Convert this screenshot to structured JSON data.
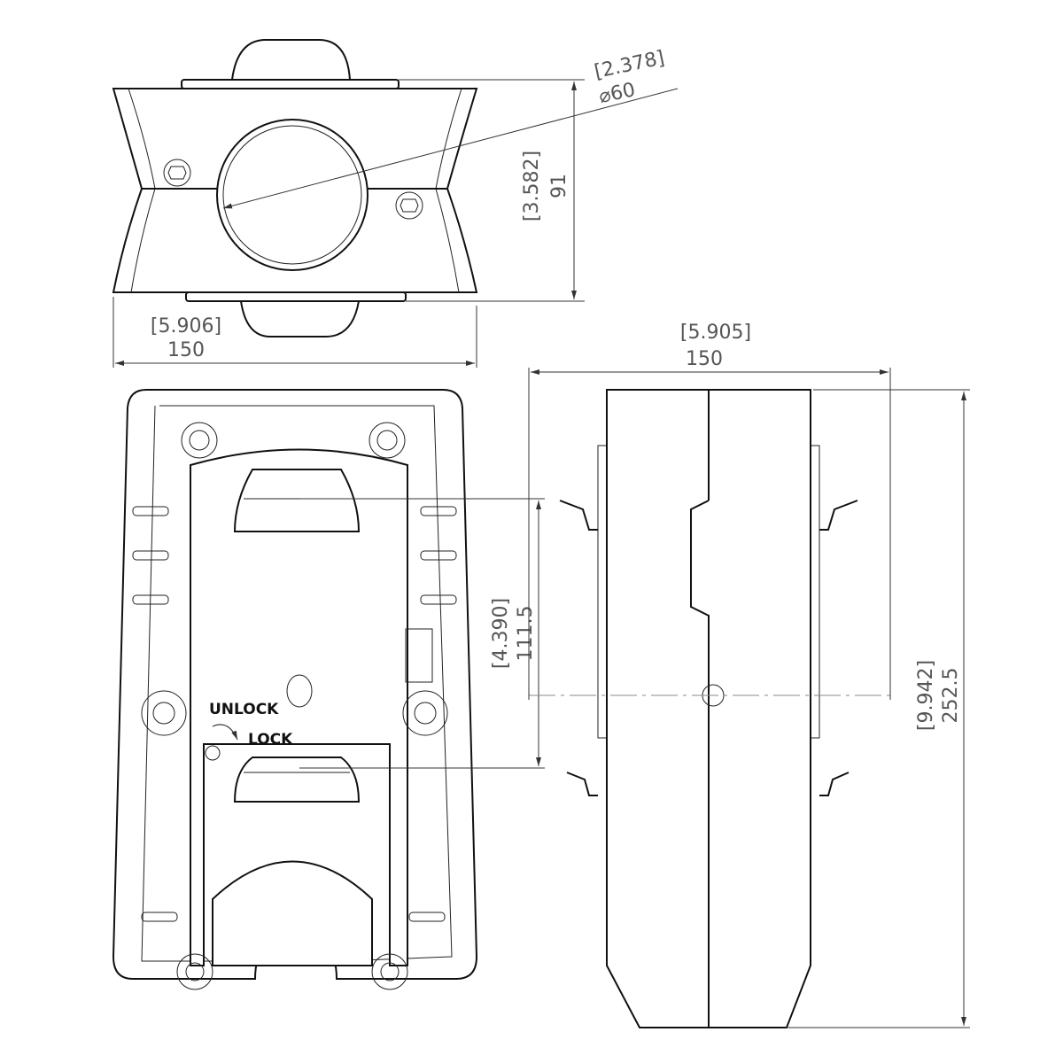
{
  "top_view": {
    "diameter_in": "[2.378]",
    "diameter_mm": "⌀60",
    "height_in": "[3.582]",
    "height_mm": "91",
    "width_in": "[5.906]",
    "width_mm": "150"
  },
  "front_view": {
    "unlock_label": "UNLOCK",
    "lock_label": "LOCK",
    "spacing_in": "[4.390]",
    "spacing_mm": "111.5"
  },
  "side_view": {
    "width_in": "[5.905]",
    "width_mm": "150",
    "height_in": "[9.942]",
    "height_mm": "252.5"
  }
}
